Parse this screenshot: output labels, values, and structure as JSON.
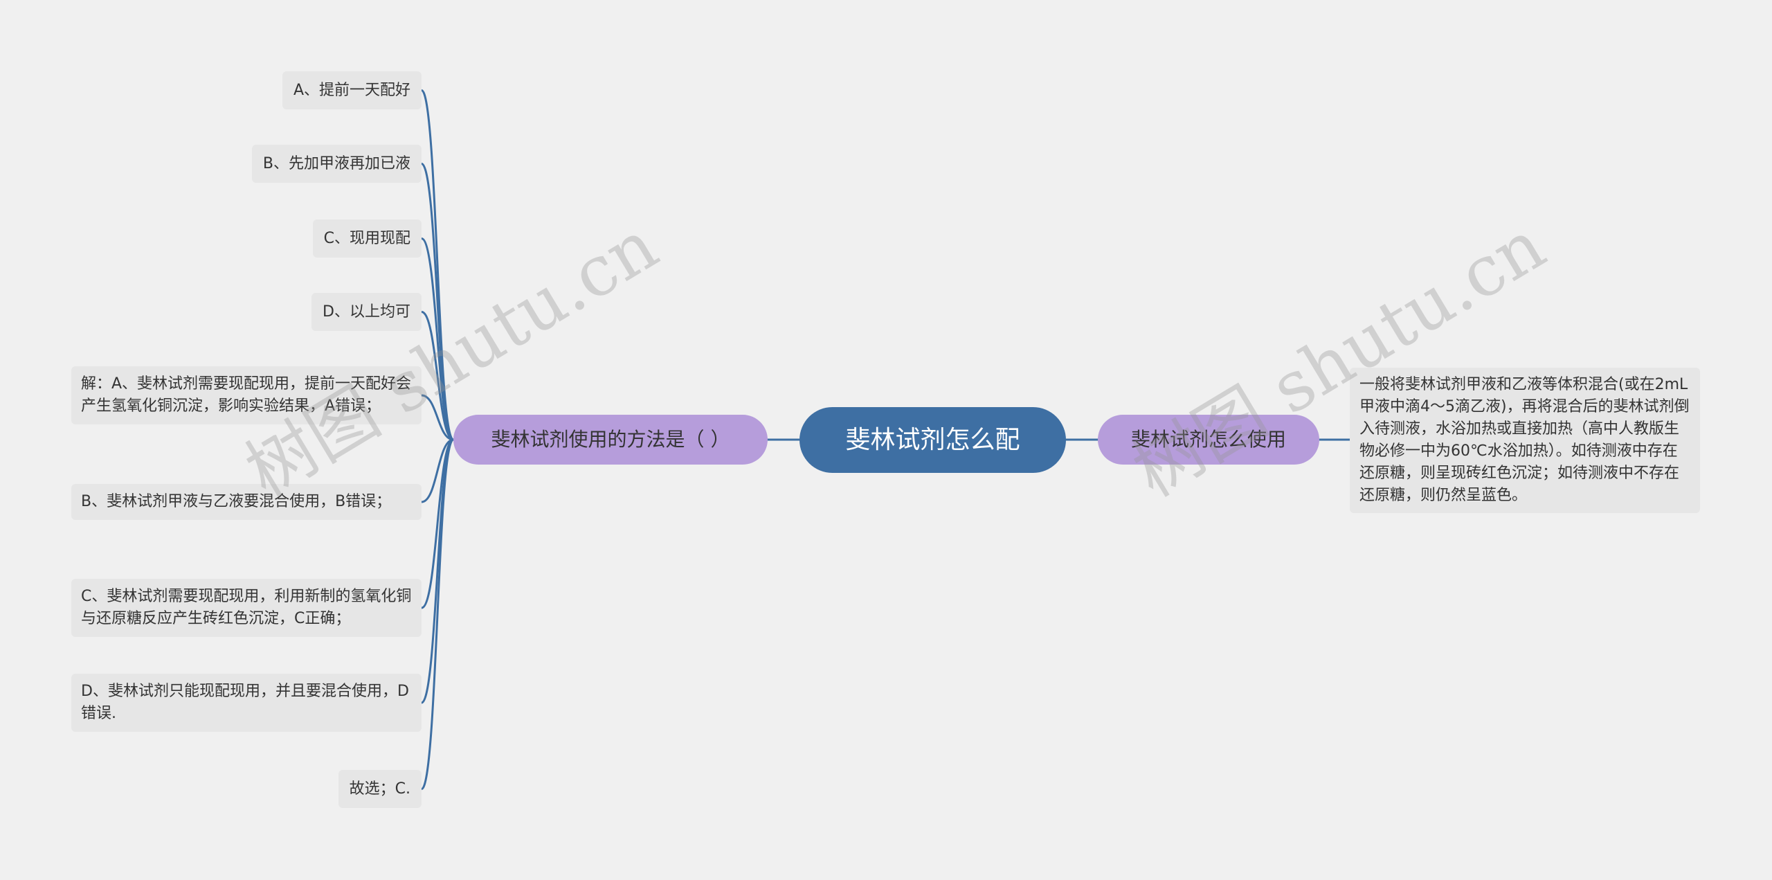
{
  "watermark": "树图 shutu.cn",
  "colors": {
    "background": "#f0f0f0",
    "root_fill": "#3e6fa3",
    "root_text": "#ffffff",
    "branch_fill": "#b69ddb",
    "branch_text": "#333333",
    "leaf_fill": "#e6e6e6",
    "leaf_text": "#333333",
    "line": "#3e6fa3"
  },
  "root": {
    "label": "斐林试剂怎么配"
  },
  "left_branch": {
    "label": "斐林试剂使用的方法是（ ）",
    "children": [
      "A、提前一天配好",
      "B、先加甲液再加已液",
      "C、现用现配",
      "D、以上均可",
      "解：A、斐林试剂需要现配现用，提前一天配好会产生氢氧化铜沉淀，影响实验结果，A错误；",
      "B、斐林试剂甲液与乙液要混合使用，B错误；",
      "C、斐林试剂需要现配现用，利用新制的氢氧化铜与还原糖反应产生砖红色沉淀，C正确；",
      "D、斐林试剂只能现配现用，并且要混合使用，D错误.",
      "故选；C."
    ]
  },
  "right_branch": {
    "label": "斐林试剂怎么使用",
    "children": [
      "一般将斐林试剂甲液和乙液等体积混合(或在2mL甲液中滴4～5滴乙液)，再将混合后的斐林试剂倒入待测液，水浴加热或直接加热（高中人教版生物必修一中为60℃水浴加热）。如待测液中存在还原糖，则呈现砖红色沉淀；如待测液中不存在还原糖，则仍然呈蓝色。"
    ]
  }
}
